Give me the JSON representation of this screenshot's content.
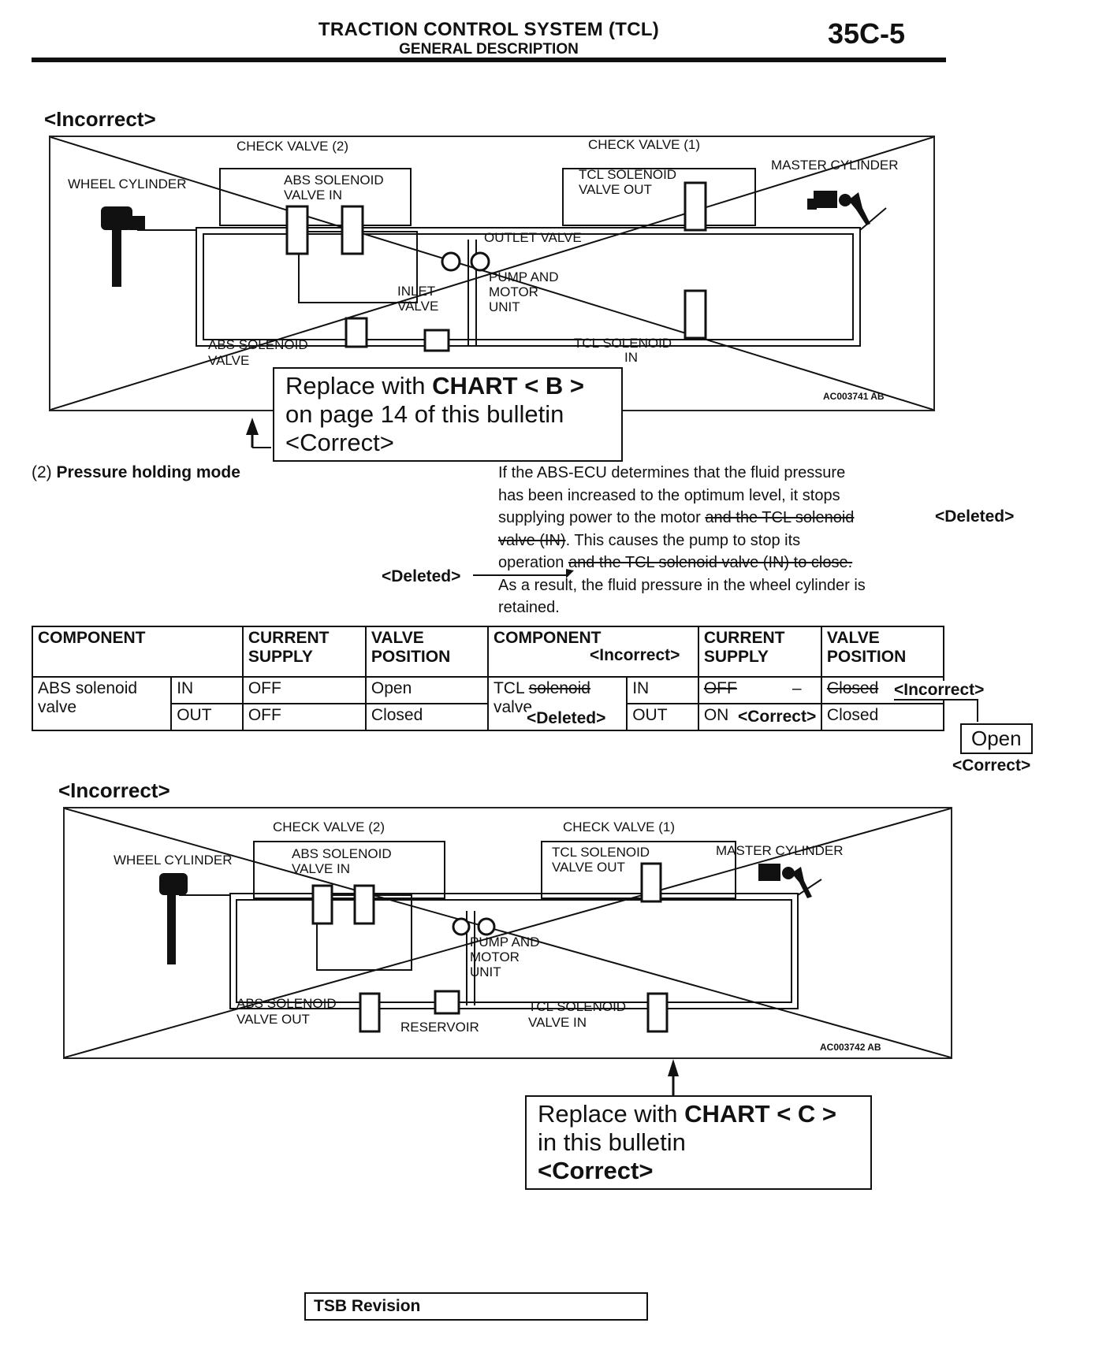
{
  "header": {
    "title": "TRACTION CONTROL SYSTEM (TCL)",
    "subtitle": "GENERAL DESCRIPTION",
    "page_number": "35C-5"
  },
  "section1": {
    "incorrect_label": "<Incorrect>",
    "diagram": {
      "labels": {
        "check_valve_2": "CHECK VALVE (2)",
        "check_valve_1": "CHECK VALVE (1)",
        "wheel_cylinder": "WHEEL CYLINDER",
        "abs_solenoid_in_1": "ABS SOLENOID",
        "abs_solenoid_in_2": "VALVE IN",
        "tcl_solenoid_out_1": "TCL SOLENOID",
        "tcl_solenoid_out_2": "VALVE OUT",
        "master_cylinder": "MASTER CYLINDER",
        "outlet_valve": "OUTLET VALVE",
        "pump_1": "PUMP AND",
        "pump_2": "MOTOR",
        "pump_3": "UNIT",
        "inlet_1": "INLET",
        "inlet_2": "VALVE",
        "abs_out_1": "ABS SOLENOID",
        "abs_out_2": "VALVE",
        "tcl_in_1": "TCL SOLENOID",
        "tcl_in_2": "IN",
        "code": "AC003741 AB"
      }
    },
    "callout": {
      "line1_prefix": "Replace with ",
      "line1_bold": "CHART < B >",
      "line2": "on page 14 of this bulletin",
      "line3": "<Correct>"
    }
  },
  "section2": {
    "heading_number": "(2)",
    "heading_text": "Pressure holding mode",
    "para_line1": "If the ABS-ECU determines that the fluid pressure",
    "para_line2": "has been increased to the optimum level, it stops",
    "para_line3_a": "supplying power to the motor ",
    "para_line3_strike": "and the TCL solenoid",
    "para_line4_strike": "valve (IN)",
    "para_line4_b": ". This causes the pump to stop its",
    "para_line5_a": "operation ",
    "para_line5_strike": "and the TCL solenoid valve (IN) to close.",
    "para_line6": "As a result, the fluid pressure in the wheel cylinder is",
    "para_line7": "retained.",
    "deleted_note_1": "<Deleted>",
    "deleted_note_2": "<Deleted>"
  },
  "table": {
    "headers": {
      "component": "COMPONENT",
      "current_supply_1": "CURRENT",
      "current_supply_2": "SUPPLY",
      "valve_position_1": "VALVE",
      "valve_position_2": "POSITION"
    },
    "abs": {
      "name_1": "ABS solenoid",
      "name_2": "valve",
      "in": "IN",
      "out": "OUT",
      "in_supply": "OFF",
      "in_position": "Open",
      "out_supply": "OFF",
      "out_position": "Closed"
    },
    "tcl": {
      "name_1": "TCL ",
      "name_strike": "solenoid",
      "name_2": "valve",
      "in": "IN",
      "out": "OUT",
      "in_supply_strike": "OFF",
      "in_supply_new": "–",
      "in_position_strike": "Closed",
      "out_supply": "ON",
      "out_position": "Closed"
    },
    "notes": {
      "incorrect_component": "<Incorrect>",
      "deleted": "<Deleted>",
      "correct_on": "<Correct>",
      "incorrect_closed": "<Incorrect>",
      "open_box": "Open",
      "open_correct": "<Correct>"
    }
  },
  "section3": {
    "incorrect_label": "<Incorrect>",
    "diagram": {
      "labels": {
        "check_valve_2": "CHECK VALVE (2)",
        "check_valve_1": "CHECK VALVE (1)",
        "wheel_cylinder": "WHEEL CYLINDER",
        "abs_solenoid_in_1": "ABS SOLENOID",
        "abs_solenoid_in_2": "VALVE IN",
        "tcl_solenoid_out_1": "TCL SOLENOID",
        "tcl_solenoid_out_2": "VALVE OUT",
        "master_cylinder": "MASTER CYLINDER",
        "pump_1": "PUMP AND",
        "pump_2": "MOTOR",
        "pump_3": "UNIT",
        "abs_out_1": "ABS SOLENOID",
        "abs_out_2": "VALVE OUT",
        "reservoir": "RESERVOIR",
        "tcl_in_1": "TCL SOLENOID",
        "tcl_in_2": "VALVE IN",
        "code": "AC003742 AB"
      }
    },
    "callout": {
      "line1_prefix": "Replace with ",
      "line1_bold": "CHART < C >",
      "line2": "in this bulletin",
      "line3": "<Correct>"
    }
  },
  "footer": {
    "tsb_revision": "TSB Revision"
  }
}
